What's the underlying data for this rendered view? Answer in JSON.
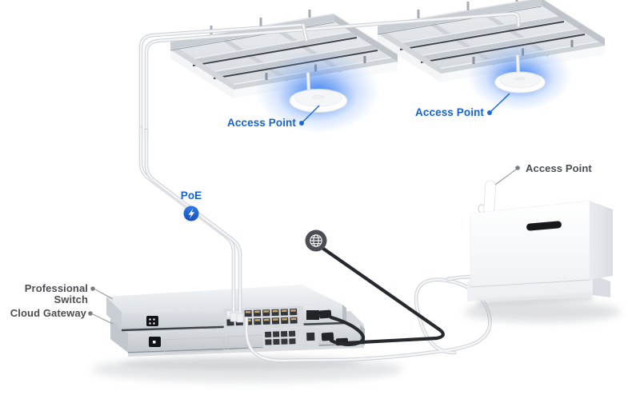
{
  "annotations": {
    "ceiling_ap_1": {
      "label": "Access Point",
      "color": "#1563d2"
    },
    "ceiling_ap_2": {
      "label": "Access Point",
      "color": "#1563d2"
    },
    "wall_ap": {
      "label": "Access Point",
      "color": "#4a4d51"
    },
    "poe": {
      "label": "PoE",
      "color": "#1563d2"
    },
    "switch": {
      "label": "Professional Switch",
      "color": "#4a4d51"
    },
    "gateway": {
      "label": "Cloud Gateway",
      "color": "#4a4d51"
    }
  },
  "icons": {
    "poe_icon": {
      "name": "lightning-bolt-icon",
      "background": "#1b5ed2",
      "glyph_color": "#ffffff"
    },
    "internet_icon": {
      "name": "globe-icon",
      "background": "#4b4f55",
      "glyph_color": "#ffffff"
    }
  },
  "palette": {
    "background": "#ffffff",
    "glow_blue": "#4286f5",
    "cable_light": "#f2f3f5",
    "cable_dark": "#26292d",
    "metal_light": "#eef0f3",
    "metal_mid": "#d4d8dd"
  }
}
